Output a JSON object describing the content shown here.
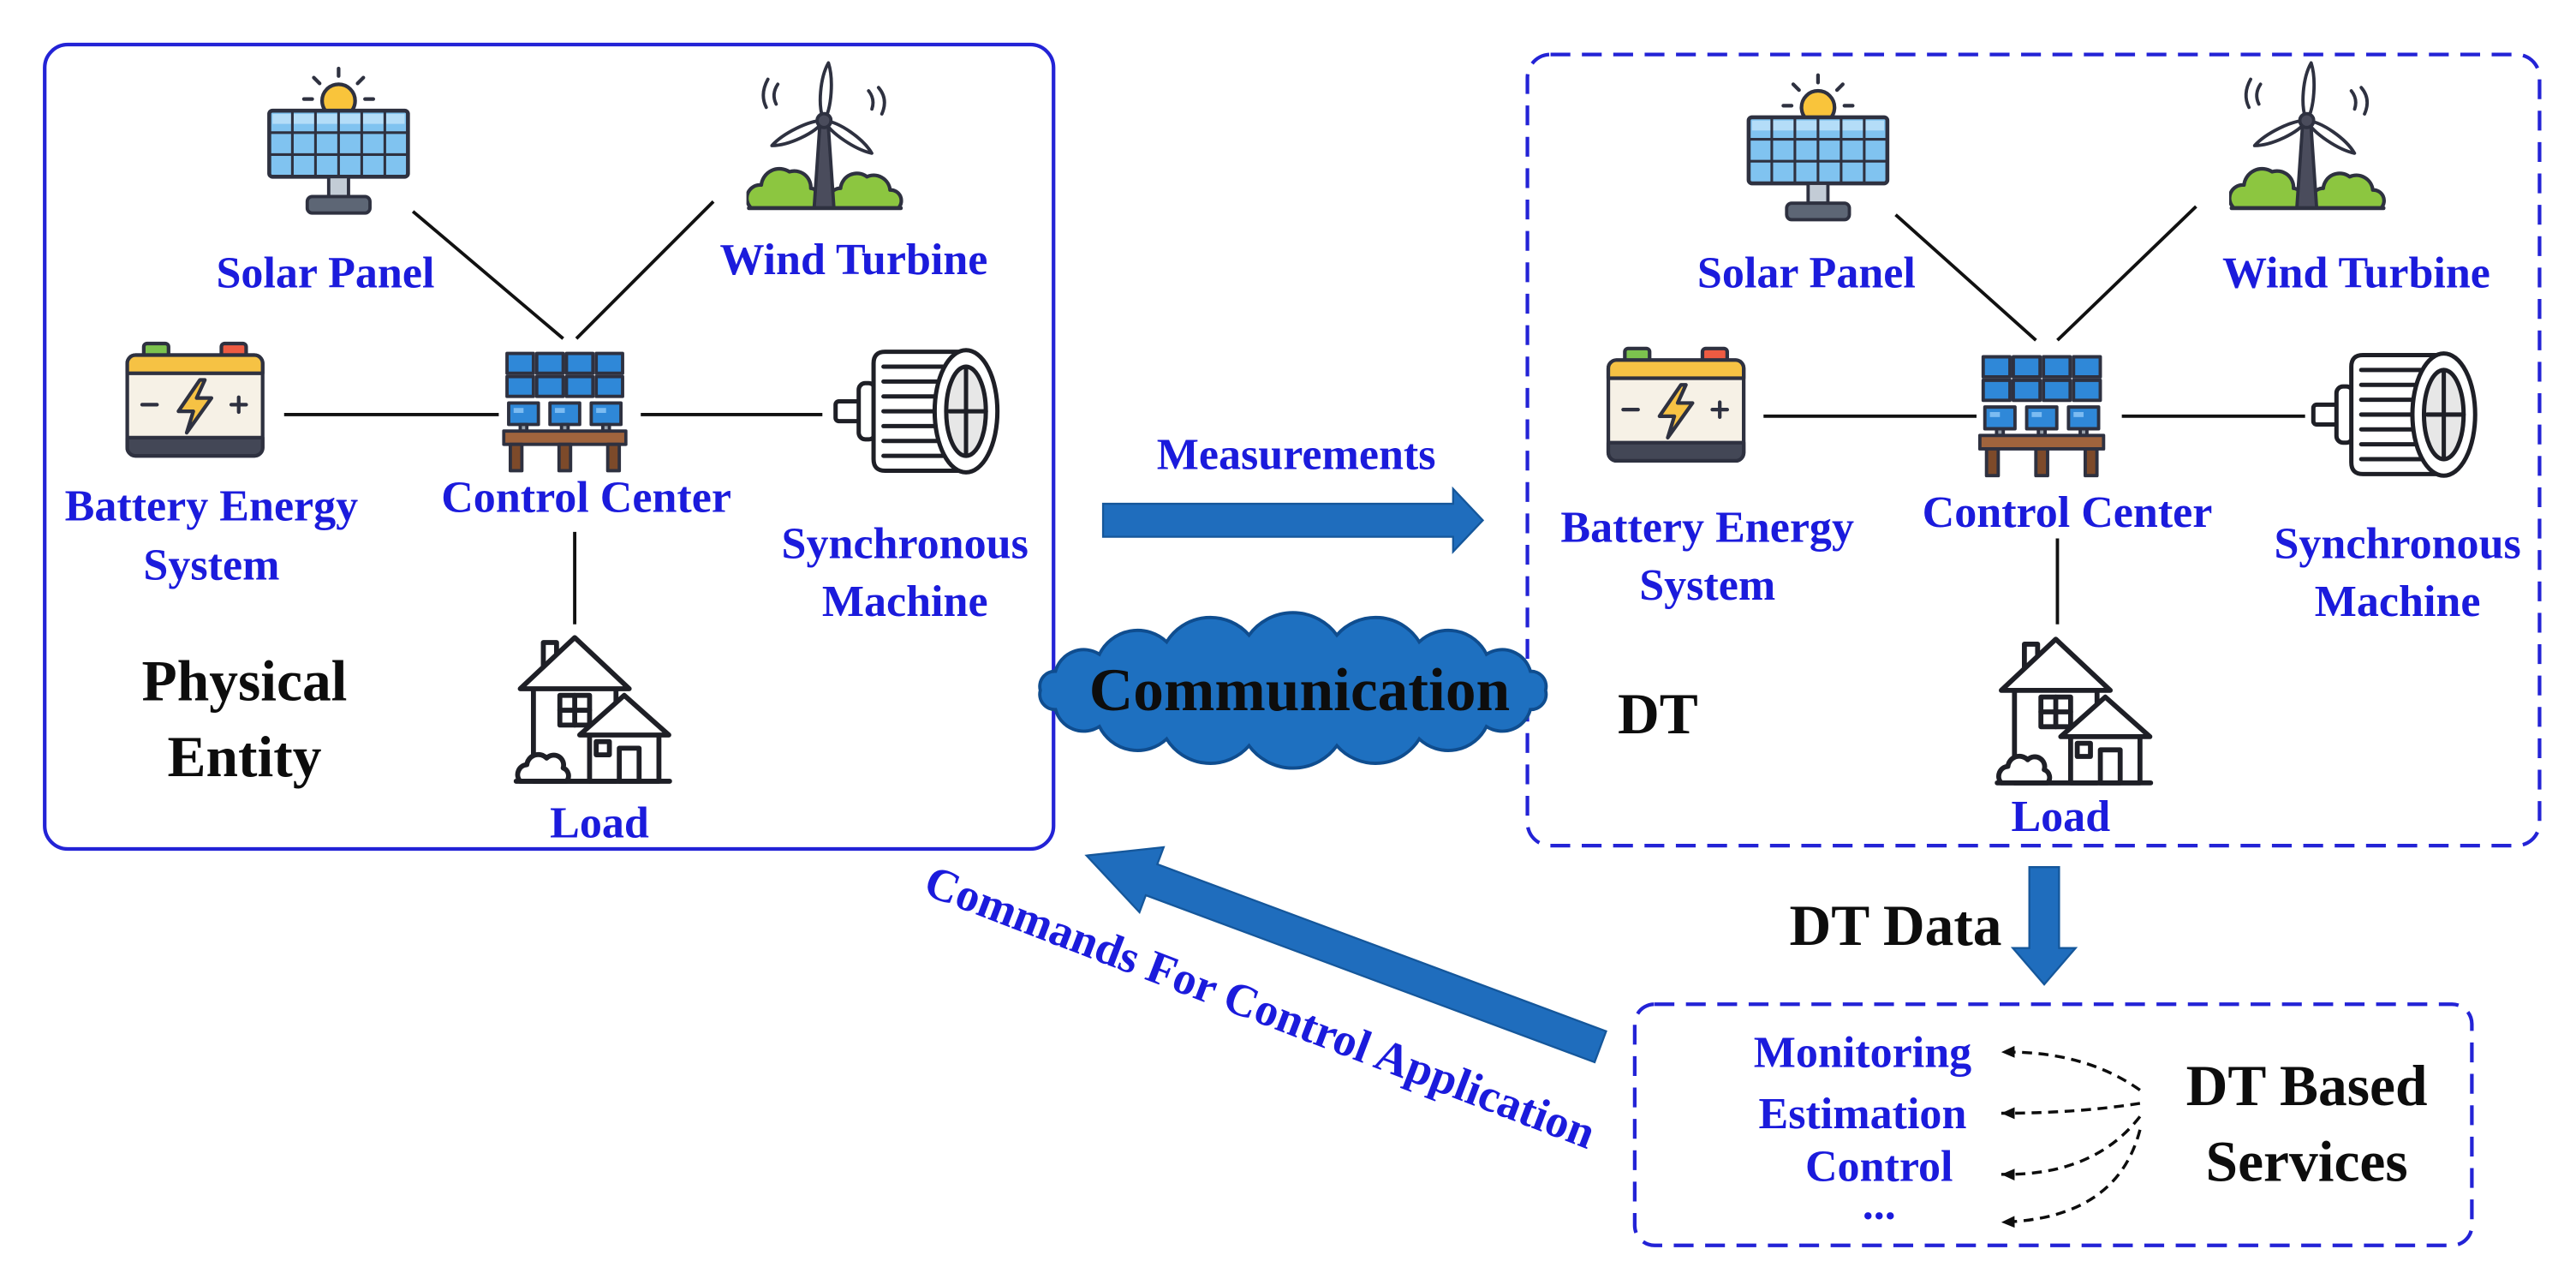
{
  "physical_entity": {
    "title": [
      "Physical",
      "Entity"
    ],
    "solar_panel": "Solar Panel",
    "wind_turbine": "Wind Turbine",
    "battery": [
      "Battery Energy",
      "System"
    ],
    "control_center": "Control Center",
    "synchronous_machine": [
      "Synchronous",
      "Machine"
    ],
    "load": "Load"
  },
  "digital_twin": {
    "title": "DT",
    "solar_panel": "Solar Panel",
    "wind_turbine": "Wind Turbine",
    "battery": [
      "Battery Energy",
      "System"
    ],
    "control_center": "Control Center",
    "synchronous_machine": [
      "Synchronous",
      "Machine"
    ],
    "load": "Load"
  },
  "links": {
    "measurements": "Measurements",
    "communication": "Communication",
    "commands": "Commands For Control Application",
    "dt_data": "DT Data"
  },
  "services": {
    "title": [
      "DT Based",
      "Services"
    ],
    "items": [
      "Monitoring",
      "Estimation",
      "Control",
      "..."
    ]
  },
  "icons": {
    "solar_panel": "solar-panel-icon",
    "wind_turbine": "wind-turbine-icon",
    "battery": "battery-icon",
    "control_center": "control-center-icon",
    "synchronous_machine": "synchronous-machine-icon",
    "load": "house-icon",
    "communication": "cloud-icon"
  },
  "colors": {
    "label_blue": "#1b1bdc",
    "box_border": "#2323d6",
    "arrow_fill": "#1f6dbd",
    "arrow_stroke": "#15579b",
    "cloud_fill": "#1e70c0",
    "cloud_stroke": "#0f4d8f",
    "text_black": "#0d0d0d",
    "connector": "#111111"
  }
}
